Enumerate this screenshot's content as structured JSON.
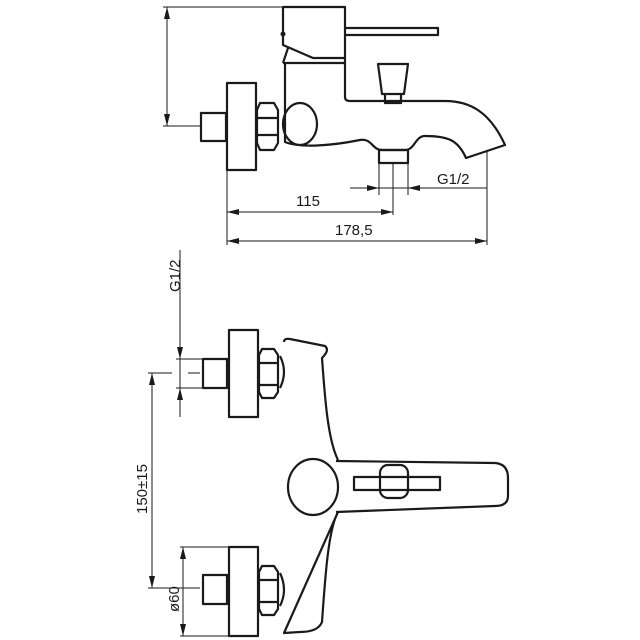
{
  "side_view": {
    "dimensions": {
      "outlet_thread": "G1/2",
      "outlet_distance": "115",
      "total_depth": "178,5"
    }
  },
  "front_view": {
    "dimensions": {
      "inlet_thread": "G1/2",
      "inlet_spacing": "150±15",
      "escutcheon_diameter": "ø60"
    }
  },
  "colors": {
    "line": "#1a1a1a",
    "background": "#ffffff"
  }
}
